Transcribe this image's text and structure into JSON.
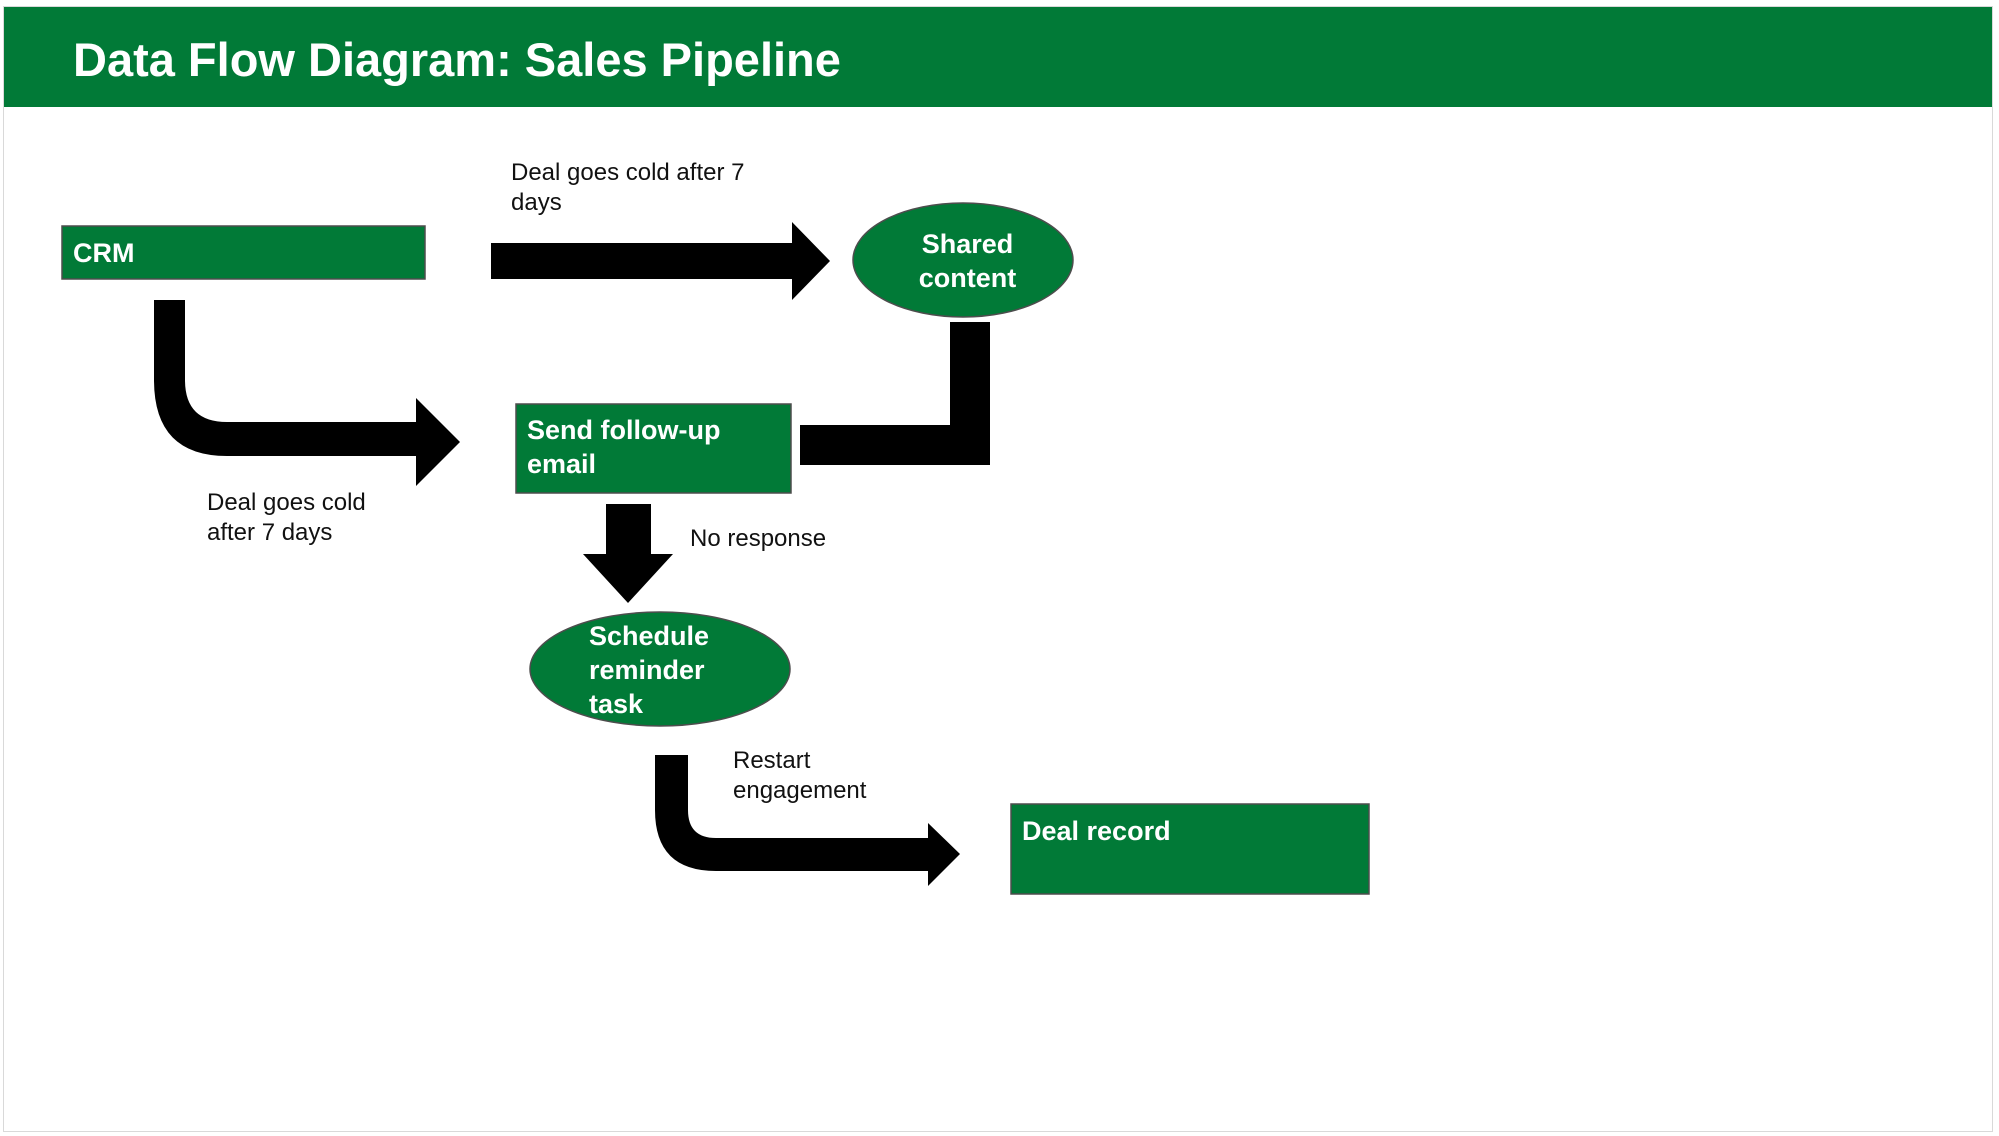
{
  "title": "Data Flow Diagram: Sales Pipeline",
  "colors": {
    "header": "#017a37",
    "node_fill": "#017a37",
    "node_stroke": "#4d4d4d",
    "arrow": "#000000",
    "node_text": "#ffffff",
    "label_text": "#111111"
  },
  "nodes": {
    "crm": {
      "label": "CRM",
      "shape": "rectangle"
    },
    "shared_content": {
      "label": "Shared content",
      "shape": "ellipse"
    },
    "send_follow_up_email": {
      "label": "Send follow-up email",
      "shape": "rectangle"
    },
    "schedule_reminder_task": {
      "label": "Schedule reminder task",
      "shape": "ellipse"
    },
    "deal_record": {
      "label": "Deal record",
      "shape": "rectangle"
    }
  },
  "edges": {
    "crm_to_shared_content": {
      "from": "CRM",
      "to": "Shared content",
      "label": "Deal goes cold after 7 days"
    },
    "crm_to_send_follow_up_email": {
      "from": "CRM",
      "to": "Send follow-up email",
      "label": "Deal goes cold after 7 days"
    },
    "shared_content_to_send_follow_up_email": {
      "from": "Shared content",
      "to": "Send follow-up email",
      "label": ""
    },
    "send_follow_up_email_to_schedule_reminder_task": {
      "from": "Send follow-up email",
      "to": "Schedule reminder task",
      "label": "No response"
    },
    "schedule_reminder_task_to_deal_record": {
      "from": "Schedule reminder task",
      "to": "Deal record",
      "label": "Restart engagement"
    }
  }
}
